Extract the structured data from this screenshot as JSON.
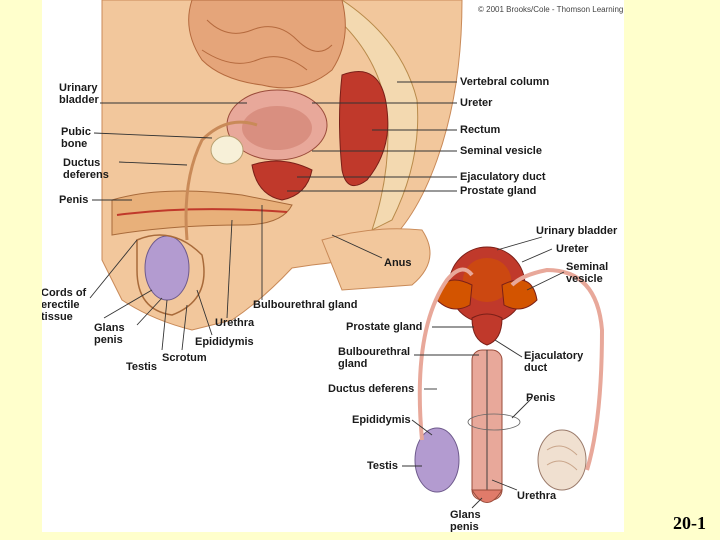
{
  "copyright": "© 2001 Brooks/Cole - Thomson Learning",
  "slide_number": "20-1",
  "sagittal_labels": {
    "urinary_bladder": "Urinary\nbladder",
    "pubic_bone": "Pubic\nbone",
    "ductus_deferens": "Ductus\ndeferens",
    "penis": "Penis",
    "cords_of_erectile_tissue": "Cords of\nerectile\ntissue",
    "glans_penis": "Glans\npenis",
    "testis": "Testis",
    "scrotum": "Scrotum",
    "epididymis": "Epididymis",
    "urethra": "Urethra",
    "bulbourethral_gland": "Bulbourethral gland",
    "anus": "Anus",
    "vertebral_column": "Vertebral column",
    "ureter": "Ureter",
    "rectum": "Rectum",
    "seminal_vesicle": "Seminal vesicle",
    "ejaculatory_duct": "Ejaculatory duct",
    "prostate_gland": "Prostate gland"
  },
  "frontal_labels": {
    "urinary_bladder": "Urinary bladder",
    "ureter": "Ureter",
    "seminal_vesicle": "Seminal\nvesicle",
    "prostate_gland": "Prostate gland",
    "bulbourethral_gland": "Bulbourethral\ngland",
    "ejaculatory_duct": "Ejaculatory\nduct",
    "ductus_deferens": "Ductus deferens",
    "penis": "Penis",
    "epididymis": "Epididymis",
    "testis": "Testis",
    "urethra": "Urethra",
    "glans_penis": "Glans\npenis"
  }
}
